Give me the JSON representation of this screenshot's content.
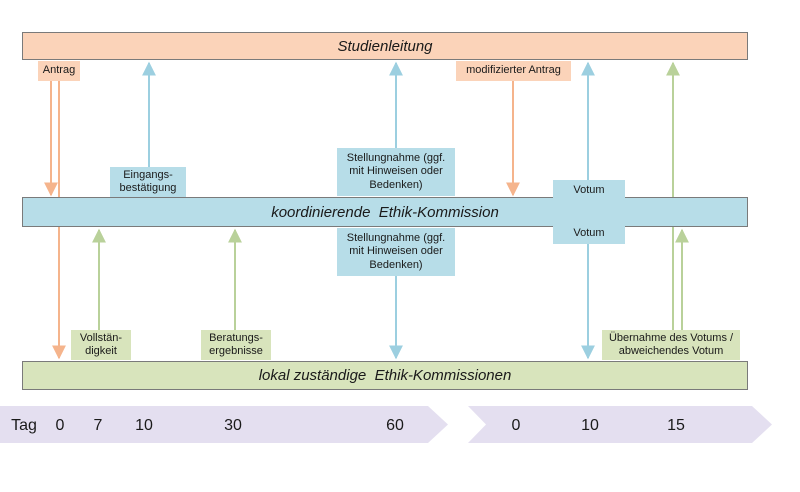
{
  "bands": {
    "top": "Studienleitung",
    "mid": "koordinierende  Ethik-Kommission",
    "bot": "lokal zuständige  Ethik-Kommissionen"
  },
  "labels": {
    "antrag": "Antrag",
    "modified_antrag": "modifizierter Antrag",
    "eingang_1": "Eingangs-",
    "eingang_2": "bestätigung",
    "stellung_top_1": "Stellungnahme (ggf.",
    "stellung_top_2": "mit Hinweisen oder",
    "stellung_top_3": "Bedenken)",
    "votum_top": "Votum",
    "votum_bottom": "Votum",
    "stellung_bot_1": "Stellungnahme (ggf.",
    "stellung_bot_2": "mit Hinweisen oder",
    "stellung_bot_3": "Bedenken)",
    "voll_1": "Vollstän-",
    "voll_2": "digkeit",
    "beratung_1": "Beratungs-",
    "beratung_2": "ergebnisse",
    "uebernahme_1": "Übernahme des Votums /",
    "uebernahme_2": "abweichendes Votum"
  },
  "timeline": {
    "label": "Tag",
    "ticks_phase1": [
      "0",
      "7",
      "10",
      "30",
      "60"
    ],
    "ticks_phase2": [
      "0",
      "10",
      "15"
    ]
  },
  "colors": {
    "orange": "#fbd3b9",
    "blue": "#b7dde8",
    "green": "#d8e4bc",
    "timeline": "#e4dff0"
  }
}
